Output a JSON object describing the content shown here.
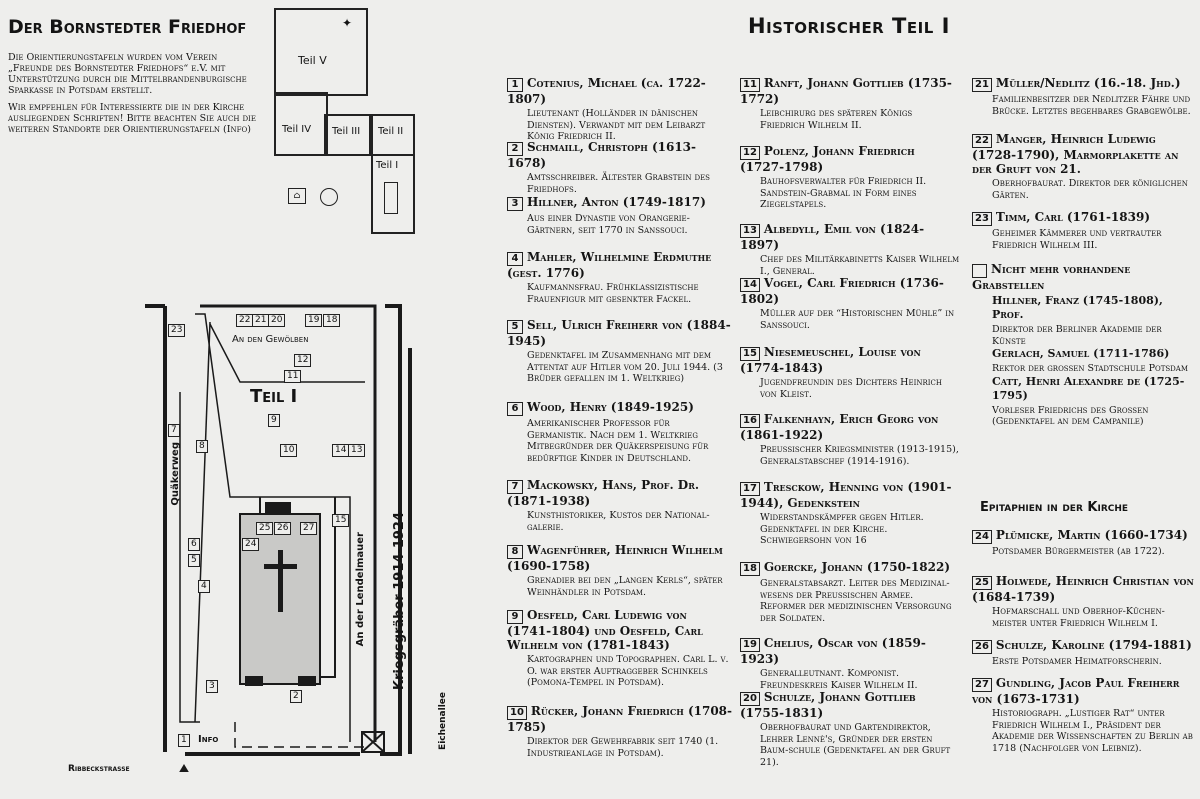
{
  "board": {
    "title": "Der Bornstedter Friedhof",
    "intro_p1": "Die Orientierungstafeln wurden vom Verein „Freunde des Bornstedter Friedhofs“ e.V. mit Unterstützung durch die Mittelbrandenburgische Sparkasse in Potsdam erstellt.",
    "intro_p2": "Wir empfehlen für Interessierte die in der Kirche ausliegenden Schriften! Bitte beachten Sie auch die weiteren Standorte der Orientierungstafeln (Info)"
  },
  "overview_map": {
    "parts": [
      "Teil V",
      "Teil IV",
      "Teil III",
      "Teil II",
      "Teil I"
    ]
  },
  "map": {
    "title": "Teil I",
    "labels": {
      "gewoelben": "An den Gewölben",
      "quaekerweg": "Quäkerweg",
      "lendelmauer": "An der Lendelmauer",
      "kriegsgraeber": "Kriegsgräber 1914-1924",
      "eichenallee": "Eichenallee",
      "ribbeckstrasse": "Ribbeckstraße",
      "info": "Info",
      "info_num": "1"
    },
    "numbers": [
      "23",
      "22",
      "21",
      "20",
      "19",
      "18",
      "12",
      "11",
      "9",
      "7",
      "8",
      "10",
      "14",
      "13",
      "15",
      "25",
      "26",
      "27",
      "24",
      "6",
      "5",
      "4",
      "3",
      "2"
    ]
  },
  "section": {
    "title": "Historischer Teil I",
    "epitaph_title": "Epitaphien in der Kirche"
  },
  "entries": [
    {
      "num": "1",
      "name": "Cotenius, Michael (ca. 1722-1807)",
      "desc": "Lieutenant (Holländer in dänischen Diensten). Verwandt mit dem Leibarzt König Friedrich II."
    },
    {
      "num": "2",
      "name": "Schmaill, Christoph (1613-1678)",
      "desc": "Amtsschreiber. Ältester Grabstein des Friedhofs."
    },
    {
      "num": "3",
      "name": "Hillner, Anton (1749-1817)",
      "desc": "Aus einer Dynastie von Orangerie-Gärtnern, seit 1770 in Sanssouci."
    },
    {
      "num": "4",
      "name": "Mahler, Wilhelmine Erdmuthe (gest. 1776)",
      "desc": "Kaufmannsfrau. Frühklassizistische Frauenfigur mit gesenkter Fackel."
    },
    {
      "num": "5",
      "name": "Sell, Ulrich Freiherr von (1884-1945)",
      "desc": "Gedenktafel im Zusammenhang mit dem Attentat auf Hitler vom 20. Juli 1944. (3 Brüder gefallen im 1. Weltkrieg)"
    },
    {
      "num": "6",
      "name": "Wood, Henry (1849-1925)",
      "desc": "Amerikanischer Professor für Germanistik. Nach dem 1. Weltkrieg Mitbegründer der Quäkerspeisung für bedürftige Kinder in Deutschland."
    },
    {
      "num": "7",
      "name": "Mackowsky, Hans, Prof. Dr. (1871-1938)",
      "desc": "Kunsthistoriker, Kustos der National-galerie."
    },
    {
      "num": "8",
      "name": "Wagenführer, Heinrich Wilhelm (1690-1758)",
      "desc": "Grenadier bei den „Langen Kerls“, später Weinhändler in Potsdam."
    },
    {
      "num": "9",
      "name": "Oesfeld, Carl Ludewig von (1741-1804) und Oesfeld, Carl Wilhelm von (1781-1843)",
      "desc": "Kartographen und Topographen. Carl L. v. O. war erster Auftraggeber Schinkels (Pomona-Tempel in Potsdam)."
    },
    {
      "num": "10",
      "name": "Rücker, Johann Friedrich (1708-1785)",
      "desc": "Direktor der Gewehrfabrik seit 1740 (1. Industrieanlage in Potsdam)."
    },
    {
      "num": "11",
      "name": "Ranft, Johann Gottlieb (1735-1772)",
      "desc": "Leibchirurg des späteren Königs Friedrich Wilhelm II."
    },
    {
      "num": "12",
      "name": "Polenz, Johann Friedrich (1727-1798)",
      "desc": "Bauhofsverwalter für Friedrich II. Sandstein-Grabmal in Form eines Ziegelstapels."
    },
    {
      "num": "13",
      "name": "Albedyll, Emil von (1824-1897)",
      "desc": "Chef des Militärkabinetts Kaiser Wilhelm I., General."
    },
    {
      "num": "14",
      "name": "Vogel, Carl Friedrich (1736-1802)",
      "desc": "Müller auf der “Historischen Mühle” in Sanssouci."
    },
    {
      "num": "15",
      "name": "Niesemeuschel, Louise von (1774-1843)",
      "desc": "Jugendfreundin des Dichters Heinrich von Kleist."
    },
    {
      "num": "16",
      "name": "Falkenhayn, Erich Georg von (1861-1922)",
      "desc": "Preußischer Kriegsminister (1913-1915), Generalstabschef (1914-1916)."
    },
    {
      "num": "17",
      "name": "Tresckow, Henning von (1901-1944), Gedenkstein",
      "desc": "Widerstandskämpfer gegen Hitler. Gedenktafel in der Kirche. Schwiegersohn von 16"
    },
    {
      "num": "18",
      "name": "Goercke, Johann (1750-1822)",
      "desc": "Generalstabsarzt. Leiter des Medizinal-wesens der Preußischen Armee. Reformer der medizinischen Versorgung der Soldaten."
    },
    {
      "num": "19",
      "name": "Chelius, Oscar von (1859-1923)",
      "desc": "Generalleutnant. Komponist. Freundeskreis Kaiser Wilhelm II."
    },
    {
      "num": "20",
      "name": "Schulze, Johann Gottlieb (1755-1831)",
      "desc": "Oberhofbaurat und Gartendirektor, Lehrer Lennè's, Gründer der ersten Baum-schule (Gedenktafel an der Gruft 21)."
    },
    {
      "num": "21",
      "name": "Müller/Nedlitz (16.-18. Jhd.)",
      "desc": "Familienbesitzer der Nedlitzer Fähre und Brücke. Letztes begehbares Grabgewölbe."
    },
    {
      "num": "22",
      "name": "Manger, Heinrich Ludewig (1728-1790), Marmorplakette an der Gruft von 21.",
      "desc": "Oberhofbaurat. Direktor der königlichen Gärten."
    },
    {
      "num": "23",
      "name": "Timm, Carl (1761-1839)",
      "desc": "Geheimer Kämmerer und vertrauter Friedrich Wilhelm III."
    },
    {
      "num": "",
      "name": "Nicht mehr vorhandene Grabstellen",
      "desc": ""
    }
  ],
  "lost_graves": [
    {
      "name": "Hillner, Franz (1745-1808), Prof.",
      "desc": "Direktor der Berliner Akademie der Künste"
    },
    {
      "name": "Gerlach, Samuel (1711-1786)",
      "desc": "Rektor der grossen Stadtschule Potsdam"
    },
    {
      "name": "Catt, Henri Alexandre de (1725-1795)",
      "desc": "Vorleser Friedrichs des Großen (Gedenktafel an dem Campanile)"
    }
  ],
  "epitaphs": [
    {
      "num": "24",
      "name": "Plümicke, Martin (1660-1734)",
      "desc": "Potsdamer Bürgermeister (ab 1722)."
    },
    {
      "num": "25",
      "name": "Holwede, Heinrich Christian von (1684-1739)",
      "desc": "Hofmarschall und Oberhof-Küchen-meister unter Friedrich Wilhelm I."
    },
    {
      "num": "26",
      "name": "Schulze, Karoline (1794-1881)",
      "desc": "Erste Potsdamer Heimatforscherin."
    },
    {
      "num": "27",
      "name": "Gundling, Jacob Paul Freiherr von (1673-1731)",
      "desc": "Historiograph. „Lustiger Rat“ unter Friedrich Wilhelm I., Präsident der Akademie der Wissenschaften zu Berlin ab 1718 (Nachfolger von Leibniz)."
    }
  ]
}
